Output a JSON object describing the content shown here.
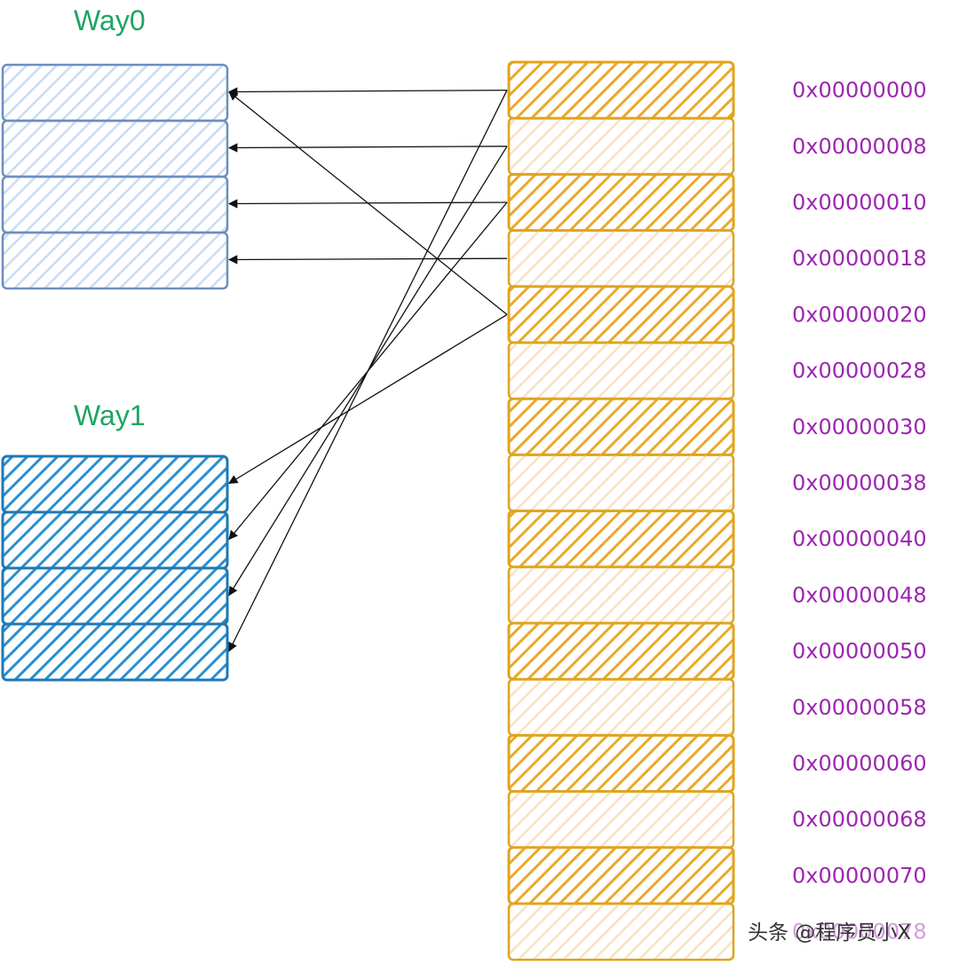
{
  "colors": {
    "way_title": "#1fa463",
    "address_text": "#9c27b0",
    "way0_stroke": "#6c8ebf",
    "way0_hatch": "#c9dcf2",
    "way1_stroke": "#1f78b4",
    "way1_hatch": "#2b8fd1",
    "memory_stroke": "#e0a41d",
    "memory_hatch_dark": "#eaa92a",
    "memory_hatch_light": "#f8e1c3",
    "arrow": "#111111",
    "watermark": "#333333"
  },
  "way0": {
    "title": "Way0",
    "lines": 4
  },
  "way1": {
    "title": "Way1",
    "lines": 4
  },
  "memory": {
    "addresses": [
      "0x00000000",
      "0x00000008",
      "0x00000010",
      "0x00000018",
      "0x00000020",
      "0x00000028",
      "0x00000030",
      "0x00000038",
      "0x00000040",
      "0x00000048",
      "0x00000050",
      "0x00000058",
      "0x00000060",
      "0x00000068",
      "0x00000070",
      "0x00000078"
    ],
    "mapping": [
      {
        "block": 0,
        "way": 0,
        "line": 0
      },
      {
        "block": 1,
        "way": 0,
        "line": 1
      },
      {
        "block": 2,
        "way": 0,
        "line": 2
      },
      {
        "block": 3,
        "way": 0,
        "line": 3
      },
      {
        "block": 4,
        "way": 0,
        "line": 0
      },
      {
        "block": 0,
        "way": 1,
        "line": 3
      },
      {
        "block": 1,
        "way": 1,
        "line": 2
      },
      {
        "block": 2,
        "way": 1,
        "line": 1
      },
      {
        "block": 4,
        "way": 1,
        "line": 0
      }
    ]
  },
  "watermark": {
    "text": "头条 @程序员小X"
  }
}
